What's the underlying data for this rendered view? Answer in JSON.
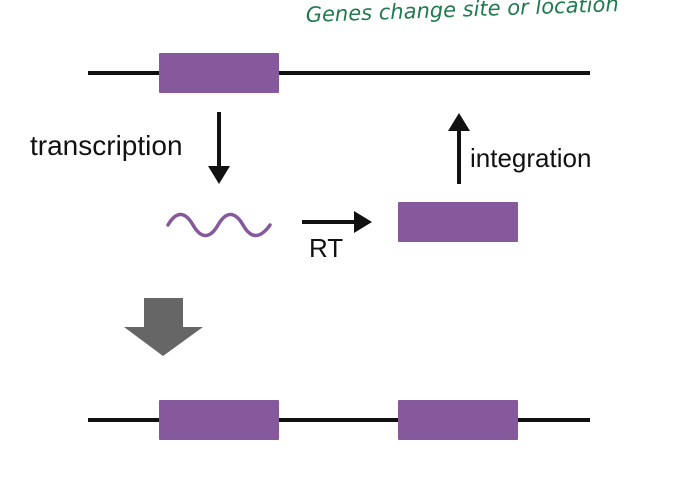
{
  "annotation": {
    "handwritten_note": "Genes change site or location",
    "color": "#1f7a4d"
  },
  "labels": {
    "transcription": "transcription",
    "integration": "integration",
    "reverse_transcription": "RT"
  },
  "colors": {
    "gene": "#85599b",
    "chromosome": "#111111",
    "big_arrow": "#666666"
  },
  "icons": {
    "transcription_arrow": "arrow-down-icon",
    "rt_arrow": "arrow-right-icon",
    "integration_arrow": "arrow-up-icon",
    "step_arrow": "block-arrow-down-icon"
  }
}
